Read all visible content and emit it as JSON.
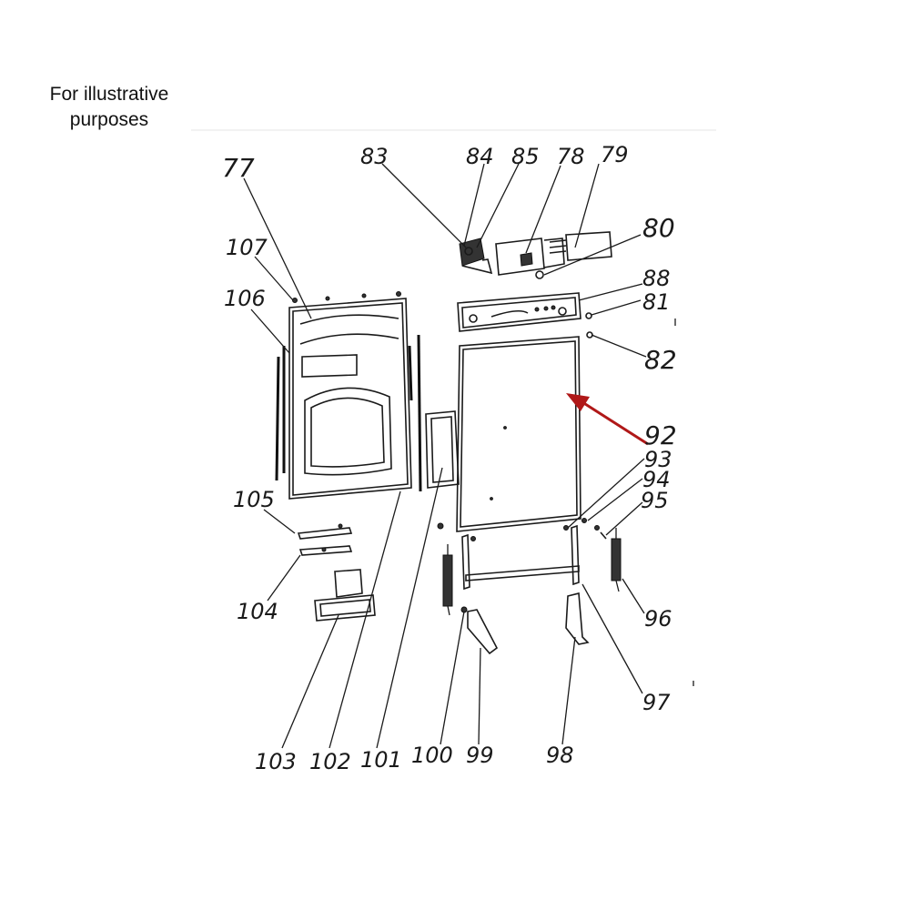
{
  "caption": {
    "line1": "For illustrative",
    "line2": "purposes"
  },
  "colors": {
    "highlight_arrow": "#b01818",
    "ink": "#1a1a1a"
  },
  "callouts": {
    "p77": "77",
    "p107": "107",
    "p106": "106",
    "p105": "105",
    "p104": "104",
    "p103": "103",
    "p102": "102",
    "p101": "101",
    "p100": "100",
    "p99": "99",
    "p98": "98",
    "p97": "97",
    "p96": "96",
    "p95": "95",
    "p94": "94",
    "p93": "93",
    "p92": "92",
    "p82": "82",
    "p81": "81",
    "p88": "88",
    "p80": "80",
    "p79": "79",
    "p78": "78",
    "p85": "85",
    "p84": "84",
    "p83": "83"
  },
  "highlighted_part": "92"
}
